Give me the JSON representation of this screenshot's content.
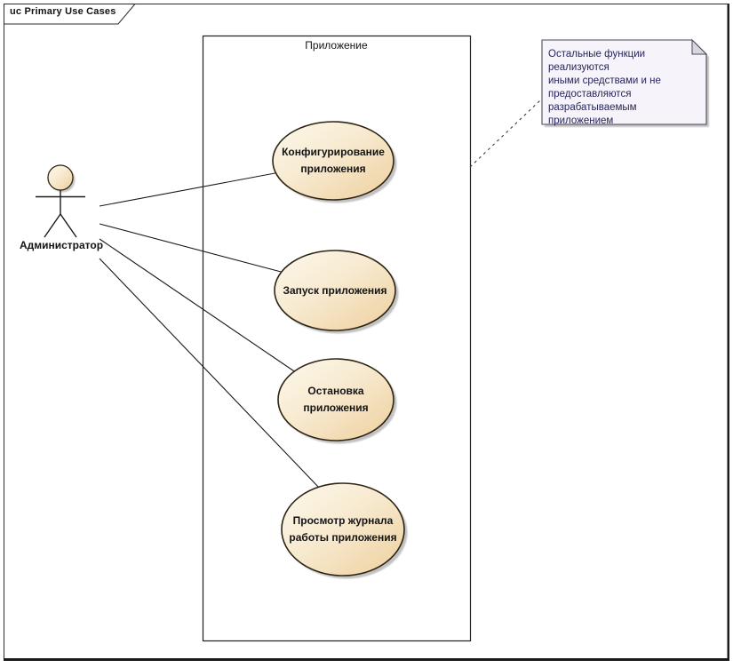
{
  "frame": {
    "title": "uc Primary Use Cases"
  },
  "system_boundary": {
    "title": "Приложение"
  },
  "actor": {
    "name": "Администратор"
  },
  "use_cases": [
    {
      "label": "Конфигурирование приложения"
    },
    {
      "label": "Запуск приложения"
    },
    {
      "label": "Остановка приложения"
    },
    {
      "label": "Просмотр журнала работы приложения"
    }
  ],
  "note": {
    "lines": [
      "Остальные функции реализуются",
      "иными средствами и не",
      "предоставляются",
      "разрабатываемым приложением"
    ]
  },
  "connectors": [
    {
      "from": "Администратор",
      "to": "Конфигурирование приложения",
      "type": "association"
    },
    {
      "from": "Администратор",
      "to": "Запуск приложения",
      "type": "association"
    },
    {
      "from": "Администратор",
      "to": "Остановка приложения",
      "type": "association"
    },
    {
      "from": "Администратор",
      "to": "Просмотр журнала работы приложения",
      "type": "association"
    },
    {
      "from": "note",
      "to": "Приложение",
      "type": "note-link",
      "style": "dashed"
    }
  ],
  "colors": {
    "ellipse_fill_light": "#fdf9ec",
    "ellipse_fill_mid": "#f7ead0",
    "ellipse_fill_dark": "#eecf9d",
    "ellipse_border": "#2e2414",
    "shadow": "#c2c2c2",
    "note_fill": "#f7f3fa",
    "note_fold": "#d9d4e2",
    "note_border": "#4a4a55",
    "note_text": "#26265a",
    "line": "#1a1a1a",
    "frame_border": "#2b2b2b"
  }
}
